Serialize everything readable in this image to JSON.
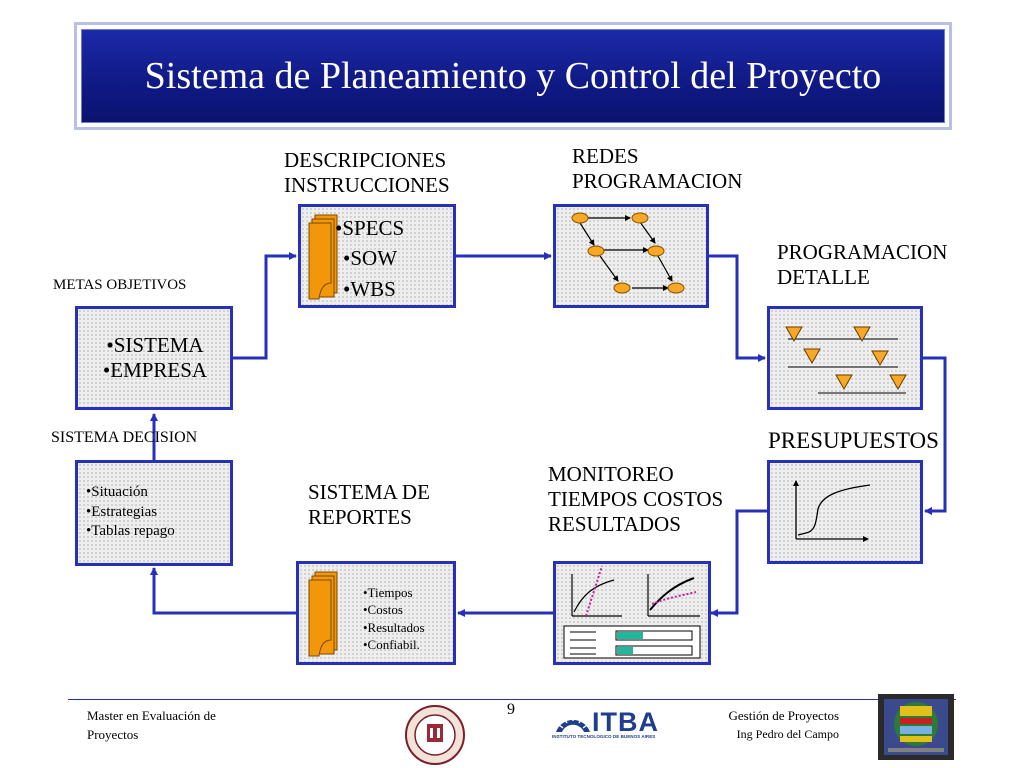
{
  "title": "Sistema de Planeamiento y Control del Proyecto",
  "nodes": {
    "metas": {
      "label": "METAS OBJETIVOS",
      "items": [
        "•SISTEMA",
        "•EMPRESA"
      ]
    },
    "descripciones": {
      "label_lines": [
        "DESCRIPCIONES",
        "INSTRUCCIONES"
      ],
      "items": [
        "•SPECS",
        "•SOW",
        "•WBS"
      ]
    },
    "redes": {
      "label_lines": [
        "REDES",
        "PROGRAMACION"
      ]
    },
    "programacion_detalle": {
      "label_lines": [
        "PROGRAMACION",
        "DETALLE"
      ]
    },
    "presupuestos": {
      "label": "PRESUPUESTOS"
    },
    "monitoreo": {
      "label_lines": [
        "MONITOREO",
        "TIEMPOS COSTOS",
        "RESULTADOS"
      ]
    },
    "reportes": {
      "label_lines": [
        "SISTEMA DE",
        "REPORTES"
      ],
      "items": [
        "•Tiempos",
        "•Costos",
        "•Resultados",
        "•Confiabil."
      ]
    },
    "decision": {
      "label": "SISTEMA DECISION",
      "items": [
        "•Situación",
        "•Estrategias",
        "•Tablas repago"
      ]
    }
  },
  "footer": {
    "left_lines": [
      "Master en Evaluación de",
      "Proyectos"
    ],
    "page_number": "9",
    "right_title": "Gestión de Proyectos",
    "right_author": "Ing Pedro del Campo",
    "itba_logo_text": "ITBA",
    "itba_logo_subtext": "INSTITUTO TECNOLOGICO DE BUENOS AIRES"
  },
  "colors": {
    "title_bg": "#101a86",
    "box_border": "#2730b8",
    "arrow": "#2730b8",
    "doc_orange": "#f2960a",
    "node_orange": "#f7a824",
    "pink_dotted": "#c8199a",
    "green_bar": "#1fb89a"
  },
  "icons": [
    "document-stack-icon",
    "network-diagram-icon",
    "gantt-milestones-icon",
    "s-curve-chart-icon",
    "monitoring-charts-icon",
    "university-seal-logo",
    "itba-logo",
    "course-cover-thumbnail"
  ]
}
